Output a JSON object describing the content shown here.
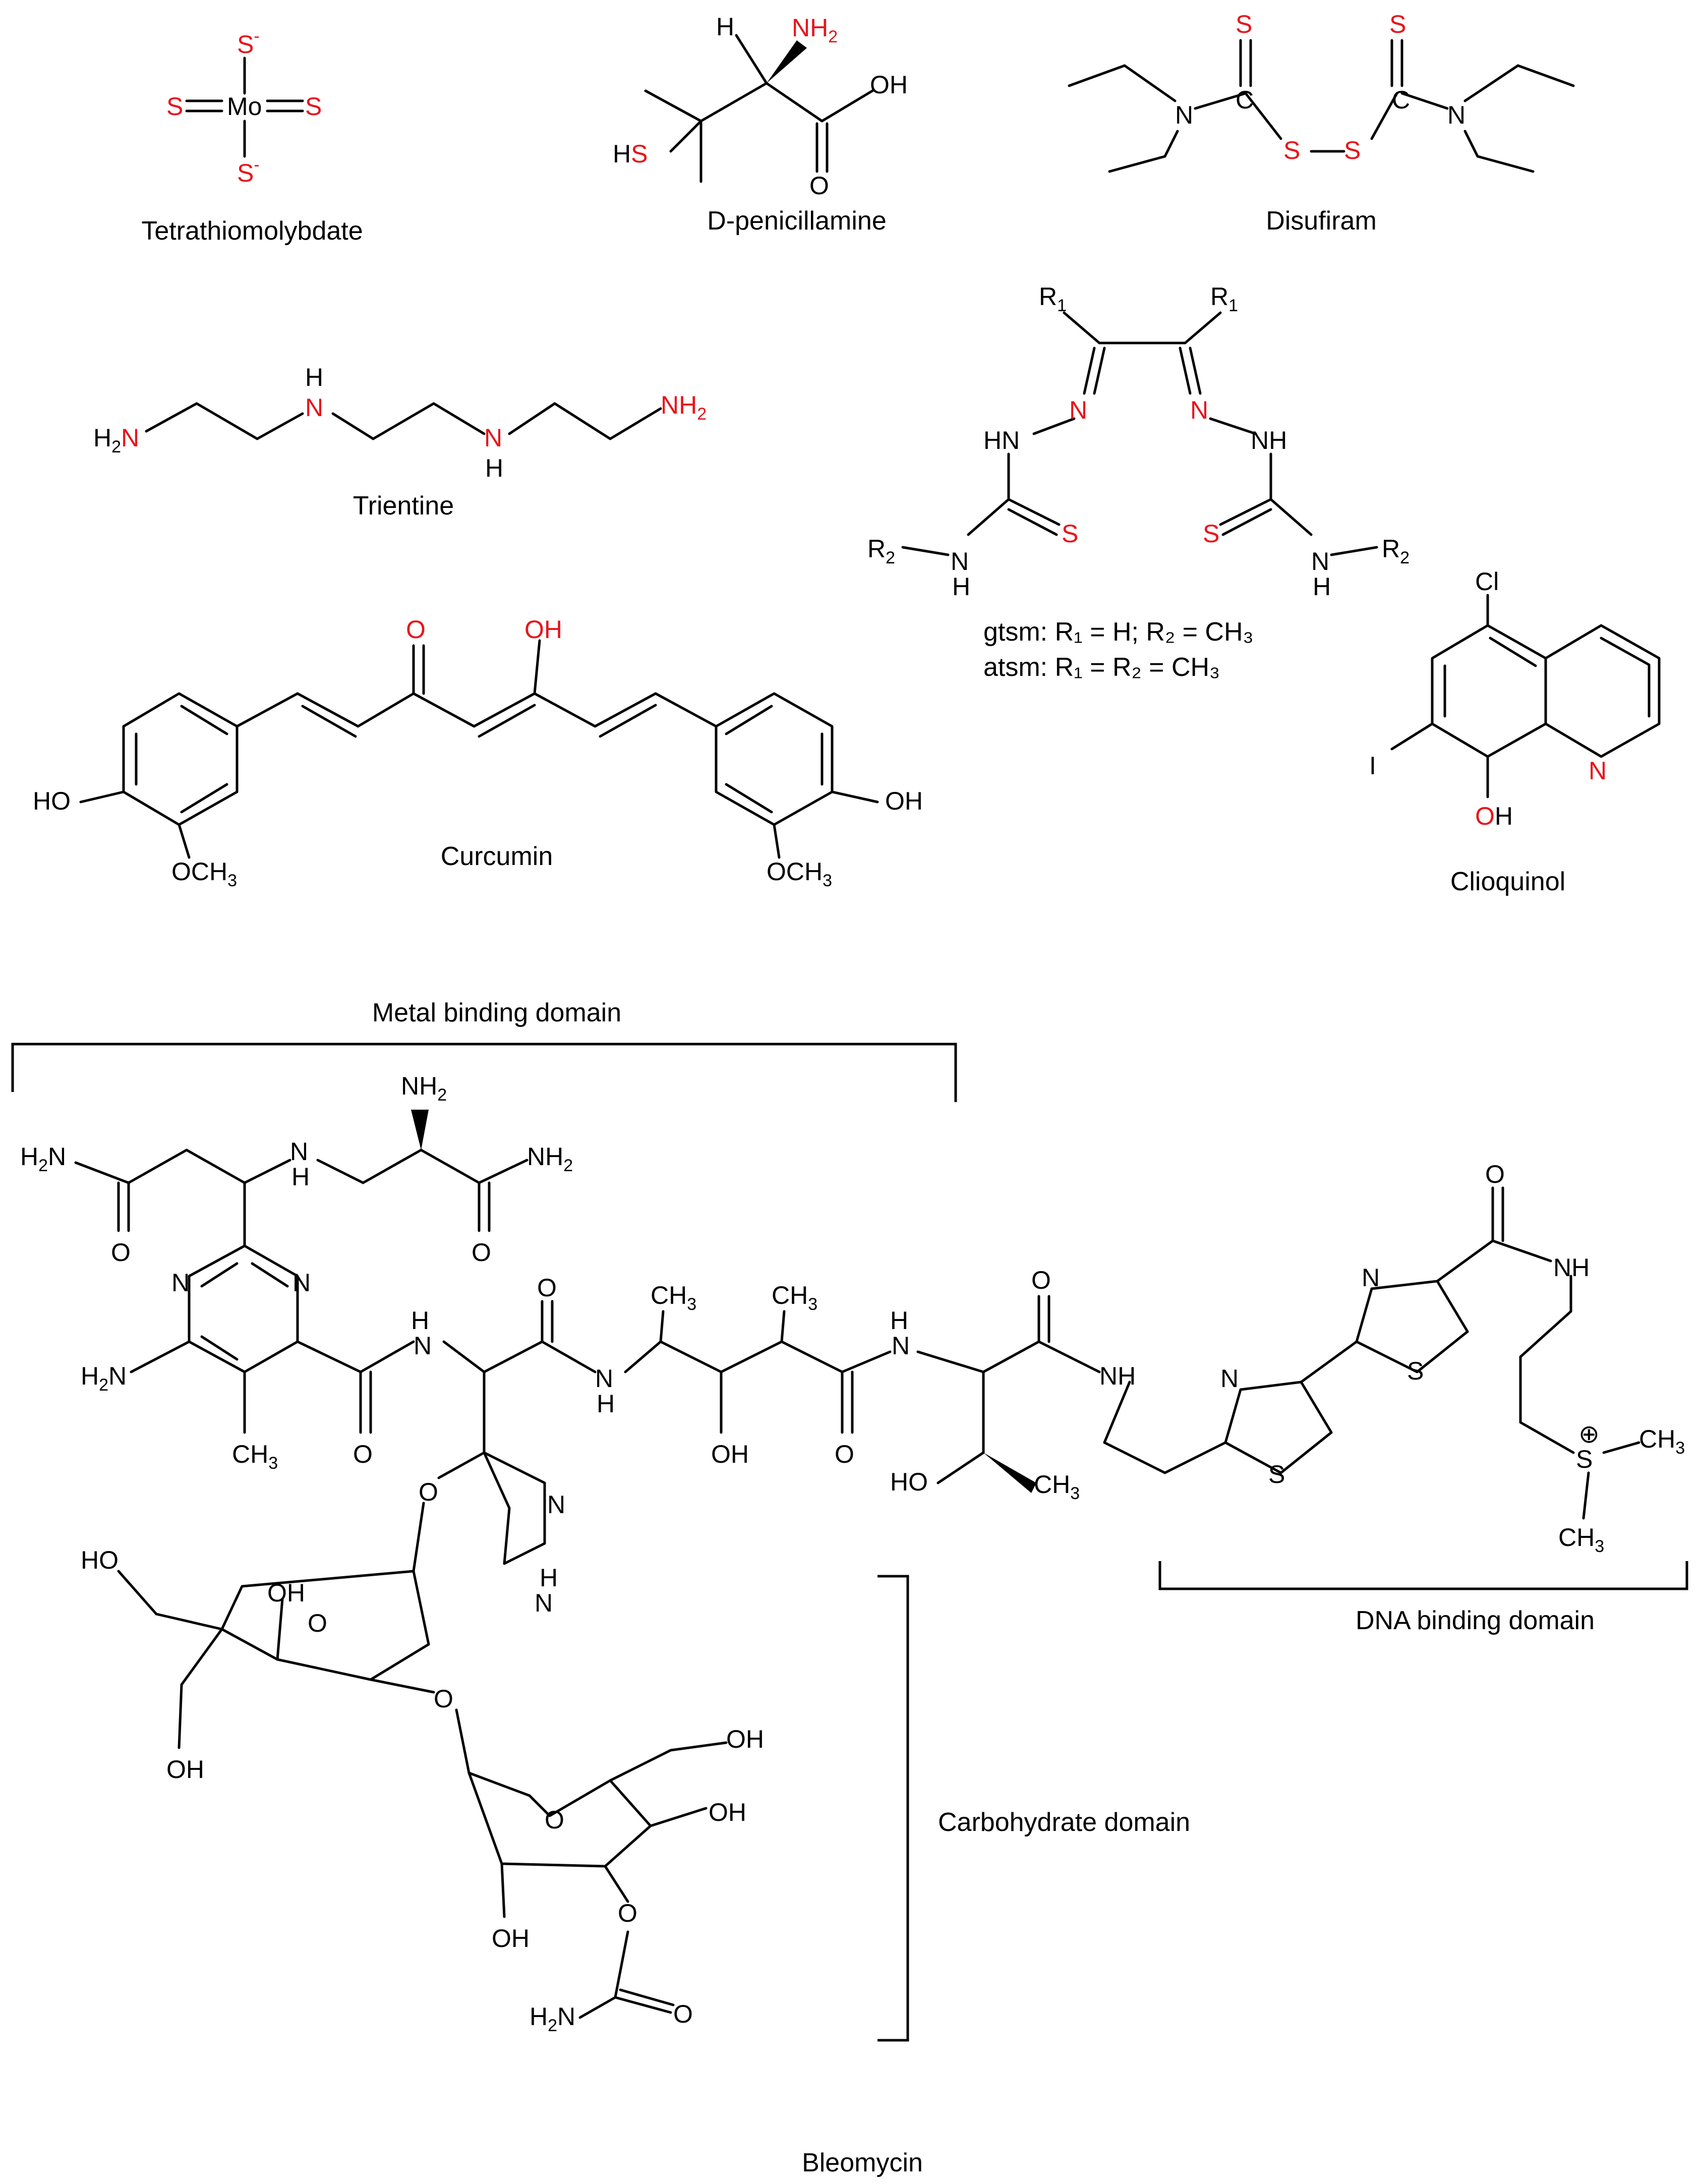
{
  "compounds": {
    "tetrathiomolybdate": "Tetrathiomolybdate",
    "penicillamine": "D-penicillamine",
    "disulfiram": "Disufiram",
    "trientine": "Trientine",
    "curcumin": "Curcumin",
    "clioquinol": "Clioquinol",
    "bleomycin": "Bleomycin"
  },
  "bis_thiosemicarbazone": {
    "gtsm_def": "gtsm: R₁ = H; R₂ = CH₃",
    "atsm_def": "atsm: R₁ = R₂ = CH₃"
  },
  "domains": {
    "metal_binding": "Metal binding domain",
    "dna_binding": "DNA binding domain",
    "carbohydrate": "Carbohydrate domain"
  },
  "colors": {
    "heteroatom": "#e8141c",
    "bond": "#000000",
    "metal_domain_label": "#e8141c"
  }
}
